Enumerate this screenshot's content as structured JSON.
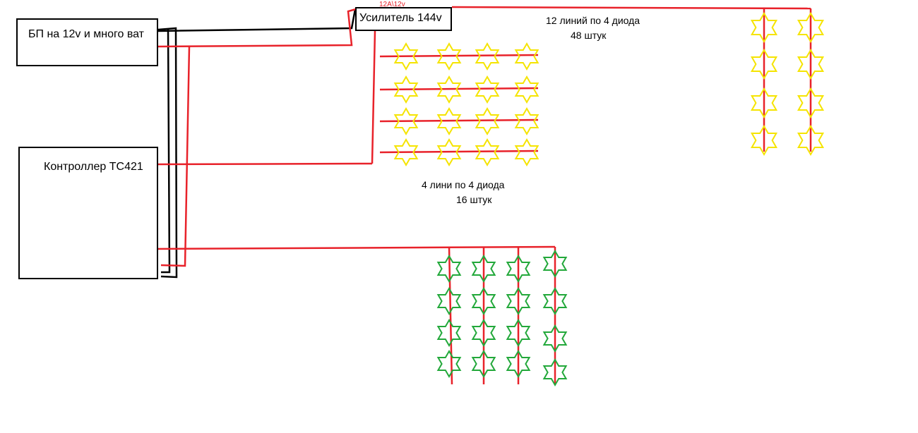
{
  "blocks": {
    "power_supply": "БП на 12v и много ват",
    "controller": "Контроллер TC421",
    "amplifier": "Усилитель 144v",
    "amplifier_rating": "12A\\12v"
  },
  "notes": {
    "right_group_count": "12 линий по 4 диода",
    "right_group_total": "48 штук",
    "middle_group_count": "4 лини по 4 диода",
    "middle_group_total": "16 штук"
  },
  "colors": {
    "wire_power": "#000000",
    "wire_signal": "#e8222a",
    "led_yellow": "#f5e400",
    "led_green": "#22a83a"
  }
}
